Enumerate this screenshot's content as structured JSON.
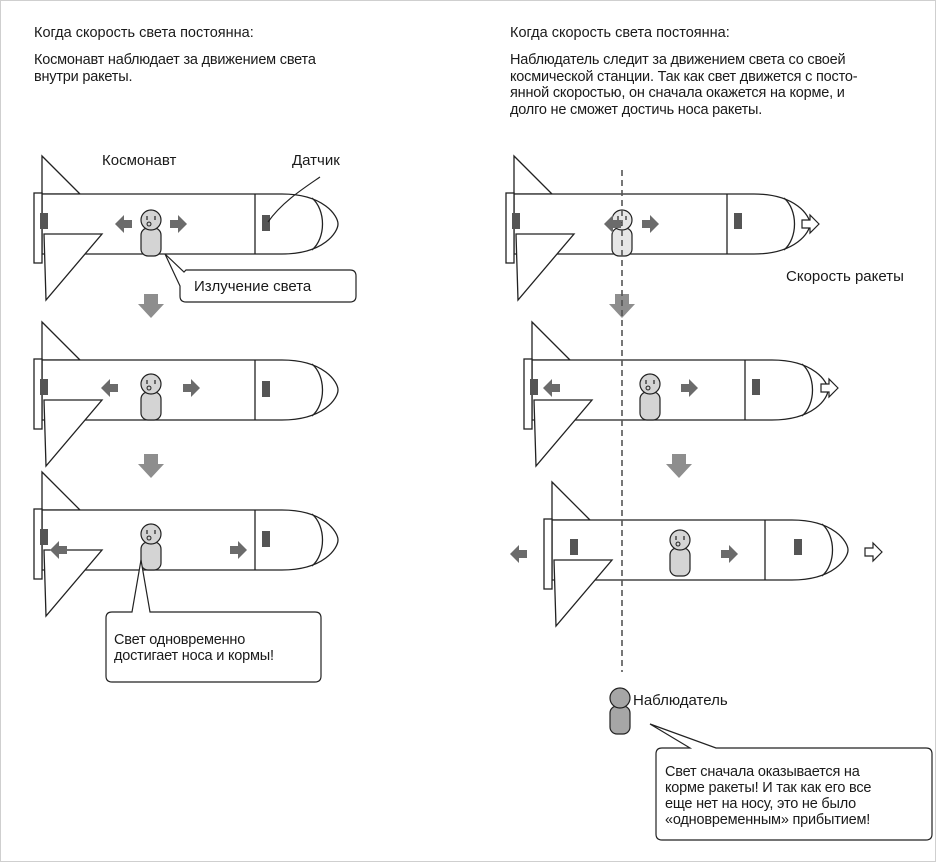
{
  "left": {
    "heading": "Когда скорость света постоянна:",
    "description_lines": [
      "Космонавт наблюдает за движением света",
      "внутри ракеты."
    ],
    "label_astronaut": "Космонавт",
    "label_sensor": "Датчик",
    "bubble_emission": "Излучение света",
    "bubble_simultaneous_lines": [
      "Свет одновременно",
      "достигает носа и кормы!"
    ]
  },
  "right": {
    "heading": "Когда скорость света постоянна:",
    "description_lines": [
      "Наблюдатель следит за движением света со своей",
      "космической станции. Так как свет движется с посто-",
      "янной скоростью, он сначала окажется на корме, и",
      "долго не сможет достичь носа ракеты."
    ],
    "label_rocket_speed": "Скорость ракеты",
    "label_observer": "Наблюдатель",
    "bubble_observer_lines": [
      "Свет сначала оказывается на",
      "корме ракеты! И так как его все",
      "еще нет на носу, это не было",
      "«одновременным» прибытием!"
    ]
  },
  "colors": {
    "arrow_dark": "#6b6b6b",
    "arrow_down": "#8e8e8e",
    "sensor": "#555555",
    "person_fill": "#d4d4d4",
    "observer_fill": "#a6a6a6",
    "line": "#222222"
  },
  "icons": [
    "rocket-icon",
    "astronaut-icon",
    "sensor-icon",
    "light-arrow-icon",
    "down-arrow-icon",
    "velocity-arrow-icon",
    "observer-icon",
    "dashed-line"
  ]
}
